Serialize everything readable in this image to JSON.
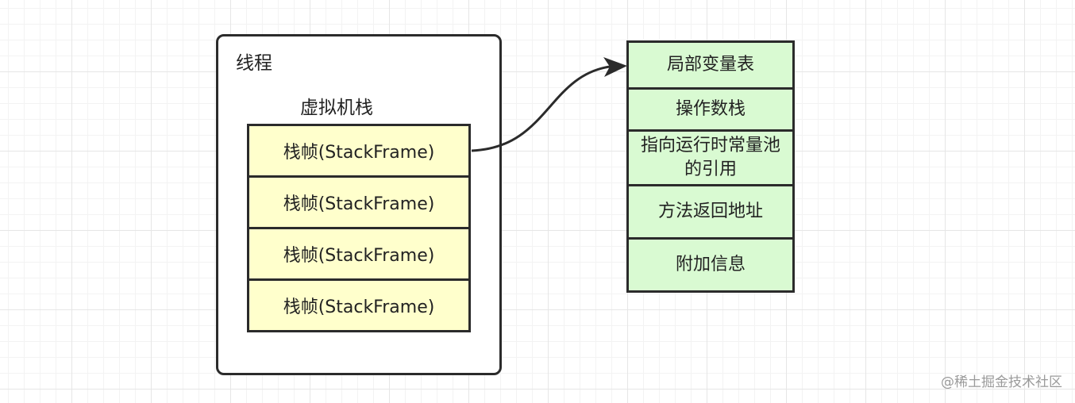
{
  "diagram": {
    "thread_label": "线程",
    "vm_stack_label": "虚拟机栈",
    "stack_frames": [
      "栈帧(StackFrame)",
      "栈帧(StackFrame)",
      "栈帧(StackFrame)",
      "栈帧(StackFrame)"
    ],
    "frame_parts": [
      "局部变量表",
      "操作数栈",
      "指向运行时常量池的引用",
      "方法返回地址",
      "附加信息"
    ]
  },
  "watermark": "@稀土掘金技术社区",
  "colors": {
    "frame_fill": "#ffffcc",
    "part_fill": "#d9fad2",
    "stroke": "#2b2b2b"
  }
}
